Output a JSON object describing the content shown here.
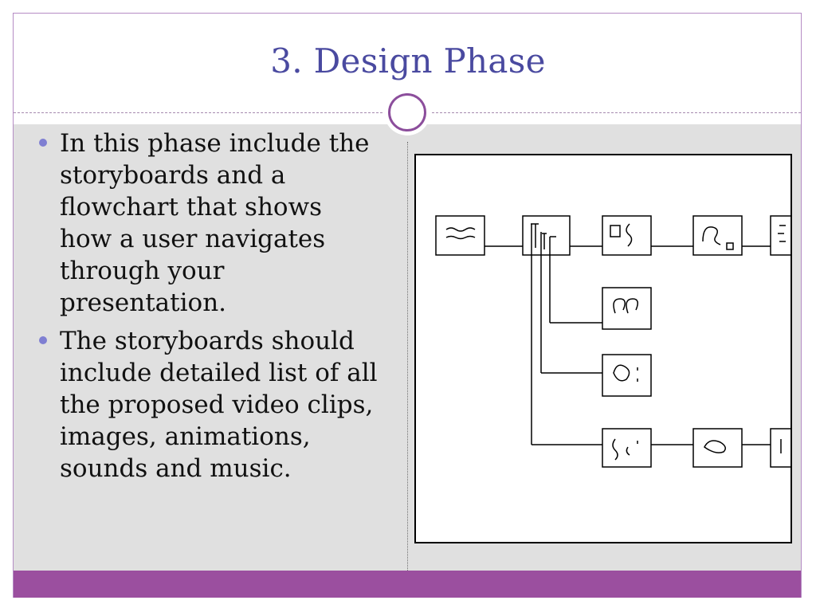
{
  "slide": {
    "title": "3. Design Phase",
    "bullets": [
      "In this phase include the storyboards and a flowchart that shows how a user navigates through your presentation.",
      "The storyboards should include detailed list of all the proposed video clips, images, animations, sounds and music."
    ]
  },
  "colors": {
    "title": "#4a4aa0",
    "accent_bar": "#9b4f9f",
    "content_background": "#e0e0e0",
    "bullet": "#7f7fd2"
  },
  "diagram": {
    "description_free": true
  }
}
